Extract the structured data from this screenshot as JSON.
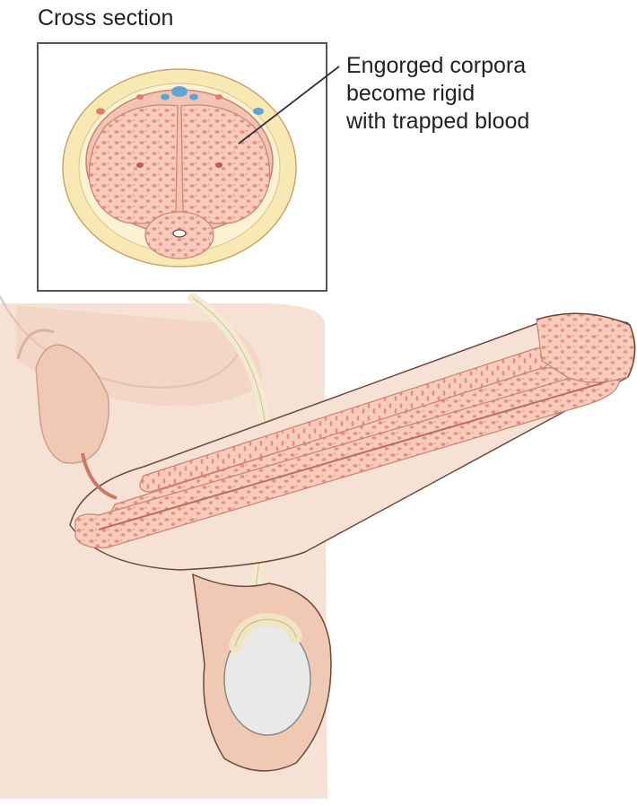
{
  "figure": {
    "inset_title": "Cross section",
    "callout_lines": [
      "Engorged corpora",
      "become rigid",
      "with trapped blood"
    ]
  },
  "colors": {
    "skin": "#f6e1d5",
    "skin_shadow": "#efc9b3",
    "tissue_fill": "#f7cbbd",
    "tissue_spot": "#e88e7a",
    "tissue_outline": "#c9846f",
    "fat_layer": "#f8e9b4",
    "vessel": "#5ea5d6",
    "cord": "#f3ead0",
    "testis": "#e9e9e7",
    "outline": "#555555"
  },
  "icons": [
    "cross-section-inset",
    "callout-leader-line",
    "penis-longitudinal-section",
    "scrotum-testis",
    "spermatic-cord"
  ]
}
